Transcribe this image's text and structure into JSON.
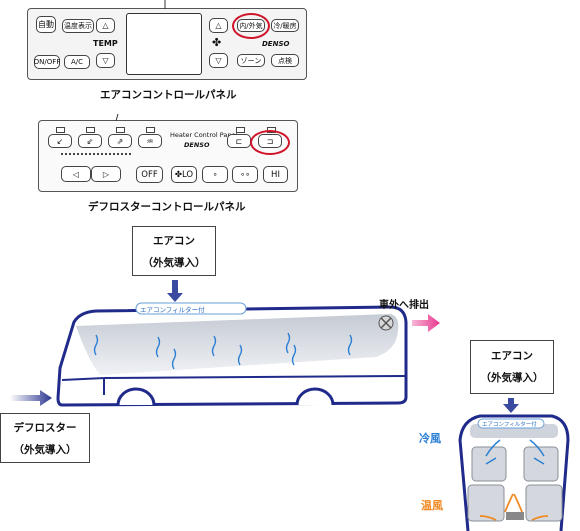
{
  "ac_panel": {
    "caption": "エアコンコントロールパネル",
    "btn_auto": "自動",
    "btn_temp_display": "温度表示",
    "btn_onoff": "ON/OFF",
    "btn_ac": "A/C",
    "temp_label": "TEMP",
    "btn_inside_outside": "内/外気",
    "btn_cool_heat": "冷/暖房",
    "brand": "DENSO",
    "btn_zone": "ゾーン",
    "btn_check": "点検"
  },
  "heater_panel": {
    "caption": "デフロスターコントロールパネル",
    "title": "Heater Control Panel",
    "brand": "DENSO",
    "btn_off": "OFF",
    "btn_lo": "LO",
    "btn_hi": "HI",
    "btn_mid1": "∘",
    "btn_mid2": "∘∘"
  },
  "labels": {
    "aircon_intake_line1": "エアコン",
    "aircon_intake_line2": "（外気導入）",
    "exhaust": "車外へ排出",
    "filter_bus": "エアコンフィルター付",
    "defroster_line1": "デフロスター",
    "defroster_line2": "（外気導入）",
    "aircon_section_line1": "エアコン",
    "aircon_section_line2": "（外気導入）",
    "filter_section": "エアコンフィルター付",
    "cold_air": "冷風",
    "warm_air": "温風"
  },
  "colors": {
    "bus_outline": "#1f2a8a",
    "arrow_blue": "#3a4aa0",
    "exhaust_pink": "#e8368f",
    "cold_blue": "#2b7fd4",
    "warm_orange": "#f08a24",
    "highlight_red": "#d0142a"
  }
}
